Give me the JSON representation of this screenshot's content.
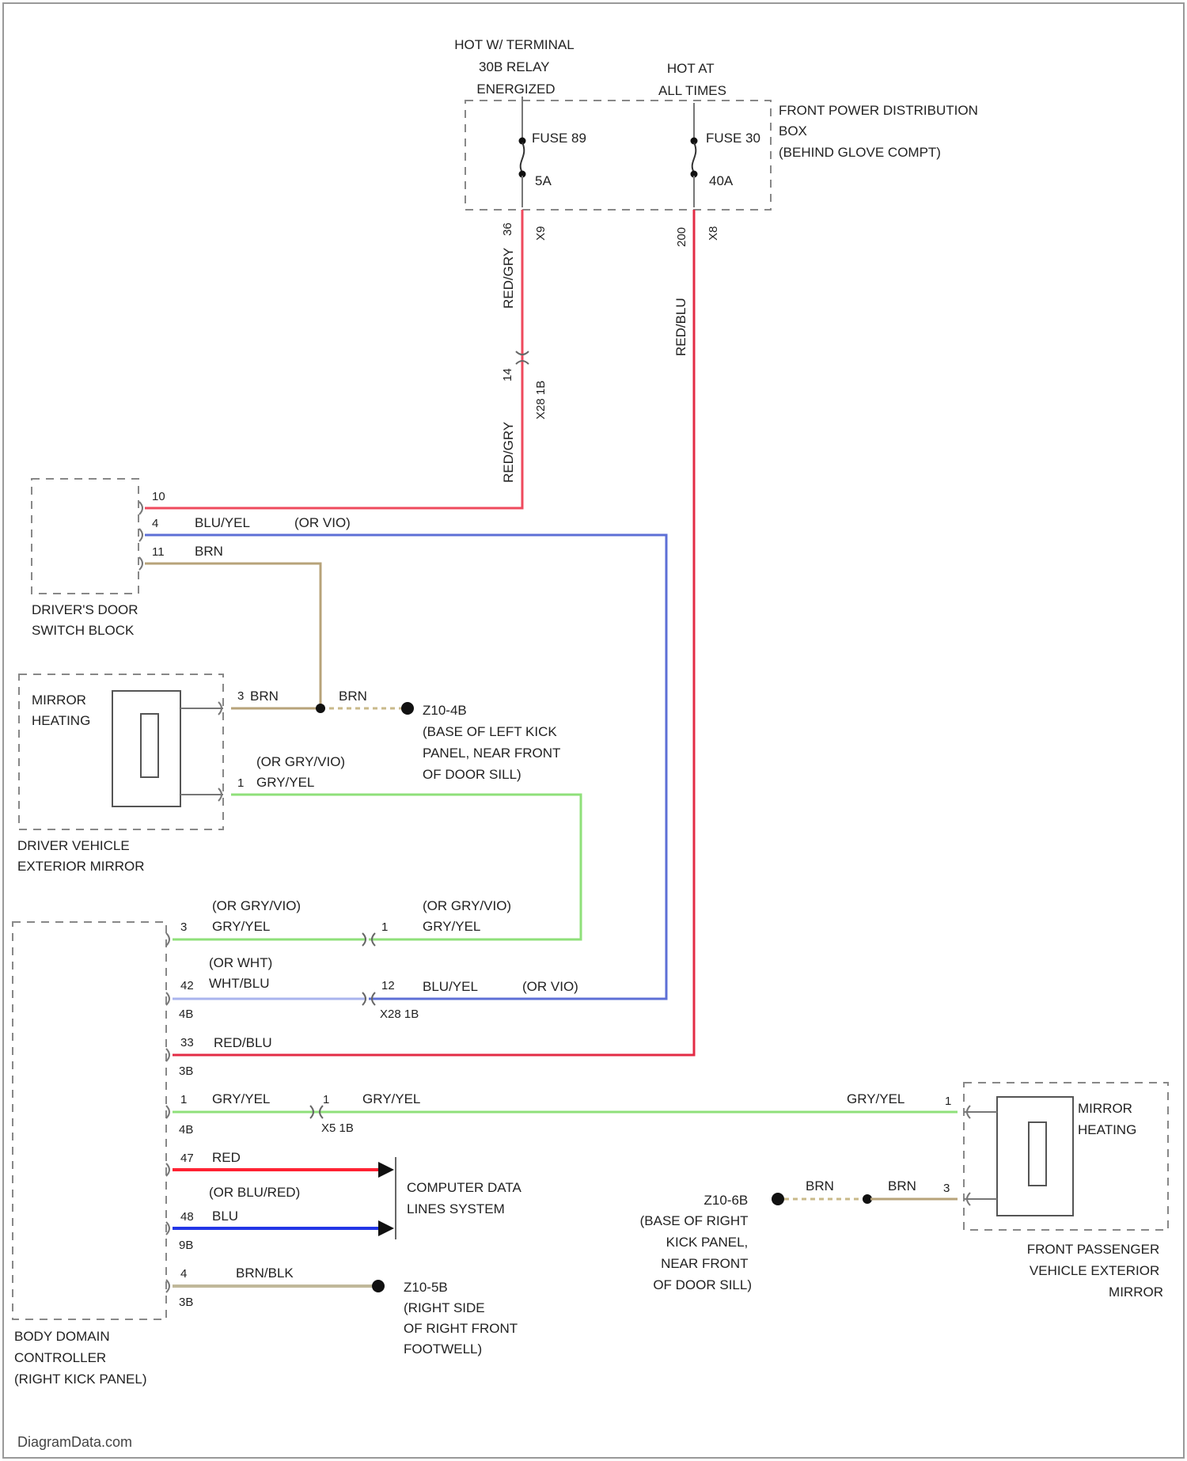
{
  "fuse_box": {
    "feed_left": [
      "HOT W/ TERMINAL",
      "30B RELAY",
      "ENERGIZED"
    ],
    "feed_right": [
      "HOT AT",
      "ALL TIMES"
    ],
    "name": [
      "FRONT POWER DISTRIBUTION",
      "BOX",
      "(BEHIND GLOVE COMPT)"
    ],
    "fuse_left_name": "FUSE 89",
    "fuse_left_rating": "5A",
    "fuse_right_name": "FUSE 30",
    "fuse_right_rating": "40A",
    "pin_left_a": "36",
    "pin_left_b": "X9",
    "pin_right_a": "200",
    "pin_right_b": "X8"
  },
  "wires": {
    "red_gry": "RED/GRY",
    "red_blu": "RED/BLU",
    "blu_yel": "BLU/YEL",
    "or_vio": "(OR VIO)",
    "brn": "BRN",
    "gry_yel": "GRY/YEL",
    "or_gry_vio": "(OR GRY/VIO)",
    "or_wht": "(OR WHT)",
    "wht_blu": "WHT/BLU",
    "red": "RED",
    "or_blu_red": "(OR BLU/RED)",
    "blu": "BLU",
    "brn_blk": "BRN/BLK"
  },
  "inline_connector": {
    "pin": "14",
    "name": "X28 1B"
  },
  "drivers_door": {
    "name": [
      "DRIVER'S DOOR",
      "SWITCH BLOCK"
    ],
    "pins": [
      "10",
      "4",
      "11"
    ]
  },
  "driver_mirror": {
    "heater": [
      "MIRROR",
      "HEATING"
    ],
    "name": [
      "DRIVER VEHICLE",
      "EXTERIOR MIRROR"
    ],
    "pin_brn": "3",
    "pin_gry": "1"
  },
  "ground_left": {
    "id": "Z10-4B",
    "desc": [
      "(BASE OF LEFT KICK",
      "PANEL, NEAR FRONT",
      "OF DOOR SILL)"
    ]
  },
  "bdc": {
    "name": [
      "BODY DOMAIN",
      "CONTROLLER",
      "(RIGHT KICK PANEL)"
    ],
    "pins": [
      {
        "pin": "3",
        "conn": ""
      },
      {
        "pin": "42",
        "conn": "4B"
      },
      {
        "pin": "33",
        "conn": "3B"
      },
      {
        "pin": "1",
        "conn": "4B"
      },
      {
        "pin": "47",
        "conn": ""
      },
      {
        "pin": "48",
        "conn": "9B"
      },
      {
        "pin": "4",
        "conn": "3B"
      }
    ]
  },
  "x28_lower": {
    "pin_top": "1",
    "pin_bottom": "12",
    "name": "X28 1B"
  },
  "x5_conn": {
    "pin": "1",
    "name": "X5 1B"
  },
  "data_lines": [
    "COMPUTER DATA",
    "LINES SYSTEM"
  ],
  "ground_rf": {
    "id": "Z10-5B",
    "desc": [
      "(RIGHT SIDE",
      "OF RIGHT FRONT",
      "FOOTWELL)"
    ]
  },
  "ground_right": {
    "id": "Z10-6B",
    "desc": [
      "(BASE OF RIGHT",
      "KICK PANEL,",
      "NEAR FRONT",
      "OF DOOR SILL)"
    ]
  },
  "pass_mirror": {
    "heater": [
      "MIRROR",
      "HEATING"
    ],
    "name": [
      "FRONT PASSENGER",
      "VEHICLE EXTERIOR",
      "MIRROR"
    ],
    "pin_gry": "1",
    "pin_brn": "3"
  },
  "watermark": "DiagramData.com",
  "colors": {
    "red": "#ef4a5d",
    "blue": "#5d6fd6",
    "brn": "#b7a37a",
    "green": "#8fe07a",
    "light_blue": "#a9b4ee",
    "strong_blue": "#2336e6",
    "strong_red": "#ff2233",
    "dark_red": "#e32b45"
  }
}
